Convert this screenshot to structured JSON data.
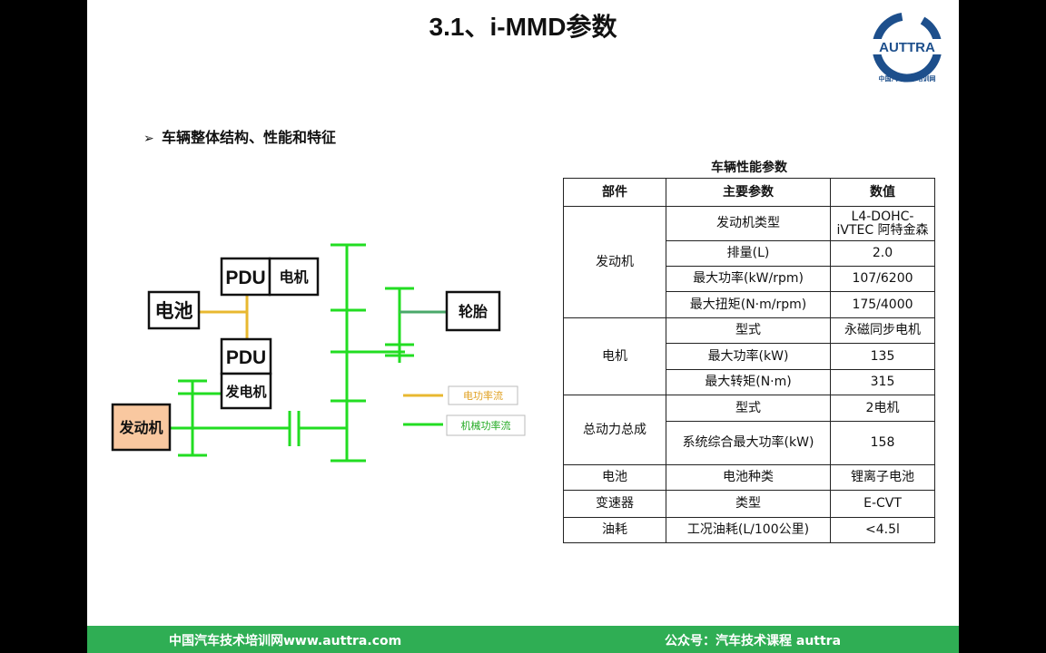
{
  "slide": {
    "title": "3.1、i-MMD参数",
    "bullet": "车辆整体结构、性能和特征"
  },
  "logo": {
    "text": "AUTTRA",
    "subtitle": "中国汽车技术培训网",
    "color": "#1d4f8c"
  },
  "diagram": {
    "battery": "电池",
    "pdu_top": "PDU",
    "motor": "电机",
    "pdu_bottom": "PDU",
    "generator": "发电机",
    "engine": "发动机",
    "tire": "轮胎",
    "legend_electric": "电功率流",
    "legend_mechanical": "机械功率流",
    "colors": {
      "mechanical": "#22dd22",
      "electric": "#e8b830",
      "engine_fill": "#f9c8a0",
      "tire_line": "#4aa86a"
    }
  },
  "table": {
    "caption": "车辆性能参数",
    "headers": [
      "部件",
      "主要参数",
      "数值"
    ],
    "groups": [
      {
        "component": "发动机",
        "rows": [
          {
            "param": "发动机类型",
            "value": "L4-DOHC-iVTEC 阿特金森"
          },
          {
            "param": "排量(L)",
            "value": "2.0"
          },
          {
            "param": "最大功率(kW/rpm)",
            "value": "107/6200"
          },
          {
            "param": "最大扭矩(N·m/rpm)",
            "value": "175/4000"
          }
        ]
      },
      {
        "component": "电机",
        "rows": [
          {
            "param": "型式",
            "value": "永磁同步电机"
          },
          {
            "param": "最大功率(kW)",
            "value": "135"
          },
          {
            "param": "最大转矩(N·m)",
            "value": "315"
          }
        ]
      },
      {
        "component": "总动力总成",
        "rows": [
          {
            "param": "型式",
            "value": "2电机"
          },
          {
            "param": "系统综合最大功率(kW)",
            "value": "158"
          }
        ]
      },
      {
        "component": "电池",
        "rows": [
          {
            "param": "电池种类",
            "value": "锂离子电池"
          }
        ]
      },
      {
        "component": "变速器",
        "rows": [
          {
            "param": "类型",
            "value": "E-CVT"
          }
        ]
      },
      {
        "component": "油耗",
        "rows": [
          {
            "param": "工况油耗(L/100公里)",
            "value": "<4.5l"
          }
        ]
      }
    ]
  },
  "footer": {
    "left": "中国汽车技术培训网www.auttra.com",
    "right": "公众号：汽车技术课程 auttra",
    "color": "#2fae54"
  }
}
